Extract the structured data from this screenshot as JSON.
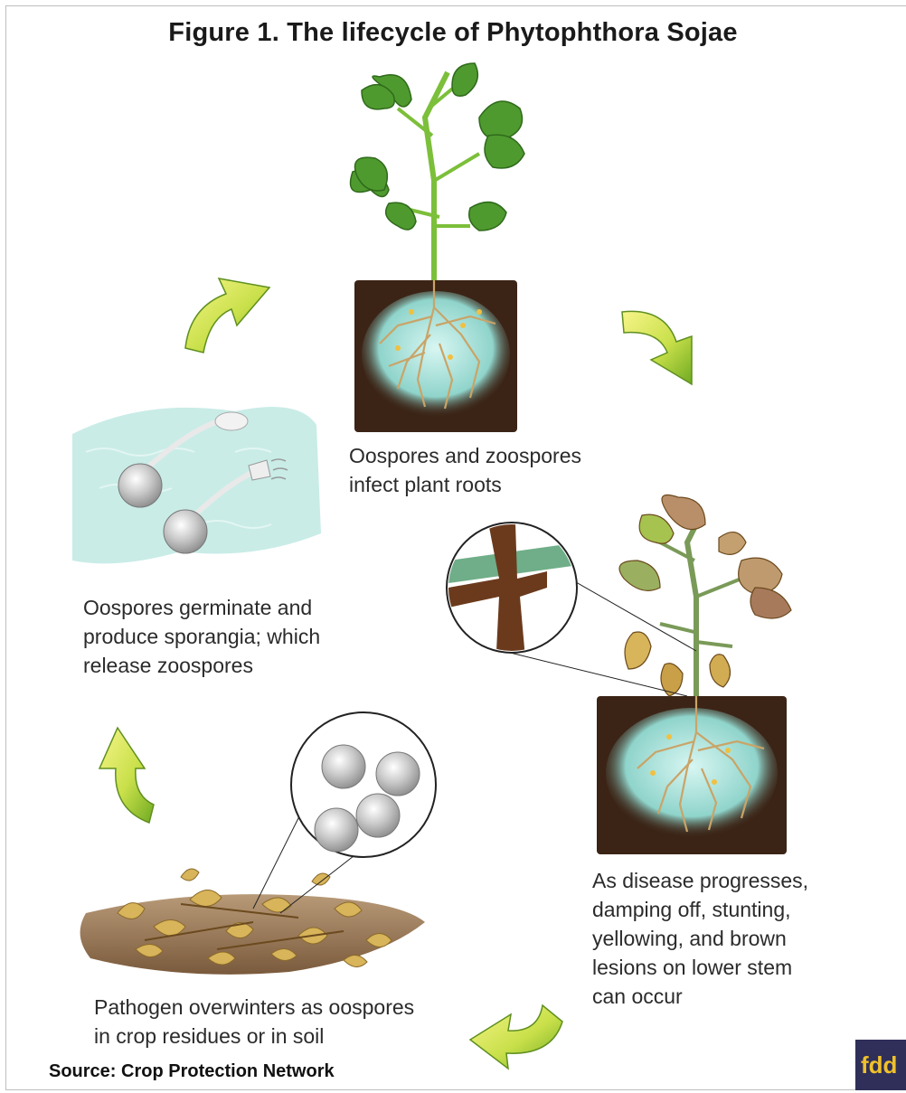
{
  "title": "Figure 1. The lifecycle of Phytophthora Sojae",
  "stages": {
    "infect": {
      "lines": [
        "Oospores and zoospores",
        "infect plant roots"
      ]
    },
    "disease": {
      "lines": [
        "As disease progresses,",
        "damping off, stunting,",
        "yellowing, and brown",
        "lesions on lower stem",
        "can occur"
      ]
    },
    "overwinter": {
      "lines": [
        "Pathogen overwinters as oospores",
        "in crop residues or in soil"
      ]
    },
    "germinate": {
      "lines": [
        "Oospores germinate and",
        "produce sporangia; which",
        "release zoospores"
      ]
    }
  },
  "source": "Source: Crop Protection Network",
  "badge": "fdd",
  "colors": {
    "arrow_light": "#f4f27a",
    "arrow_dark": "#7fb52a",
    "soil": "#3b2416",
    "water": "#a8e3dc",
    "leaf_green": "#5a9a35",
    "residue": "#d8b45a"
  }
}
